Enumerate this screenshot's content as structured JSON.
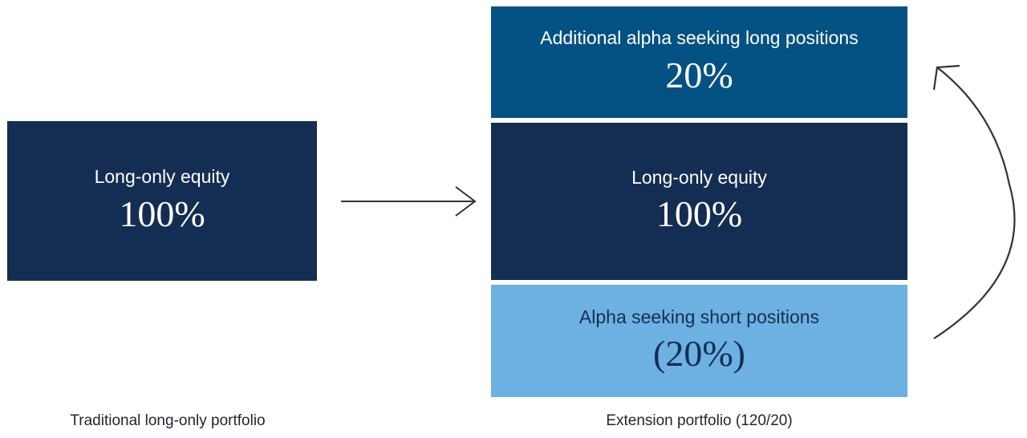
{
  "traditional": {
    "box": {
      "label": "Long-only equity",
      "value": "100%",
      "color": "#142d53"
    },
    "caption": "Traditional long-only portfolio"
  },
  "extension": {
    "boxes": [
      {
        "label": "Additional alpha seeking long positions",
        "value": "20%",
        "color": "#045183",
        "text_color": "#ffffff"
      },
      {
        "label": "Long-only equity",
        "value": "100%",
        "color": "#142d53",
        "text_color": "#ffffff"
      },
      {
        "label": "Alpha seeking short positions",
        "value": "(20%)",
        "color": "#6cb1e1",
        "text_color": "#142d53"
      }
    ],
    "caption": "Extension portfolio (120/20)"
  },
  "colors": {
    "arrow": "#333333"
  }
}
